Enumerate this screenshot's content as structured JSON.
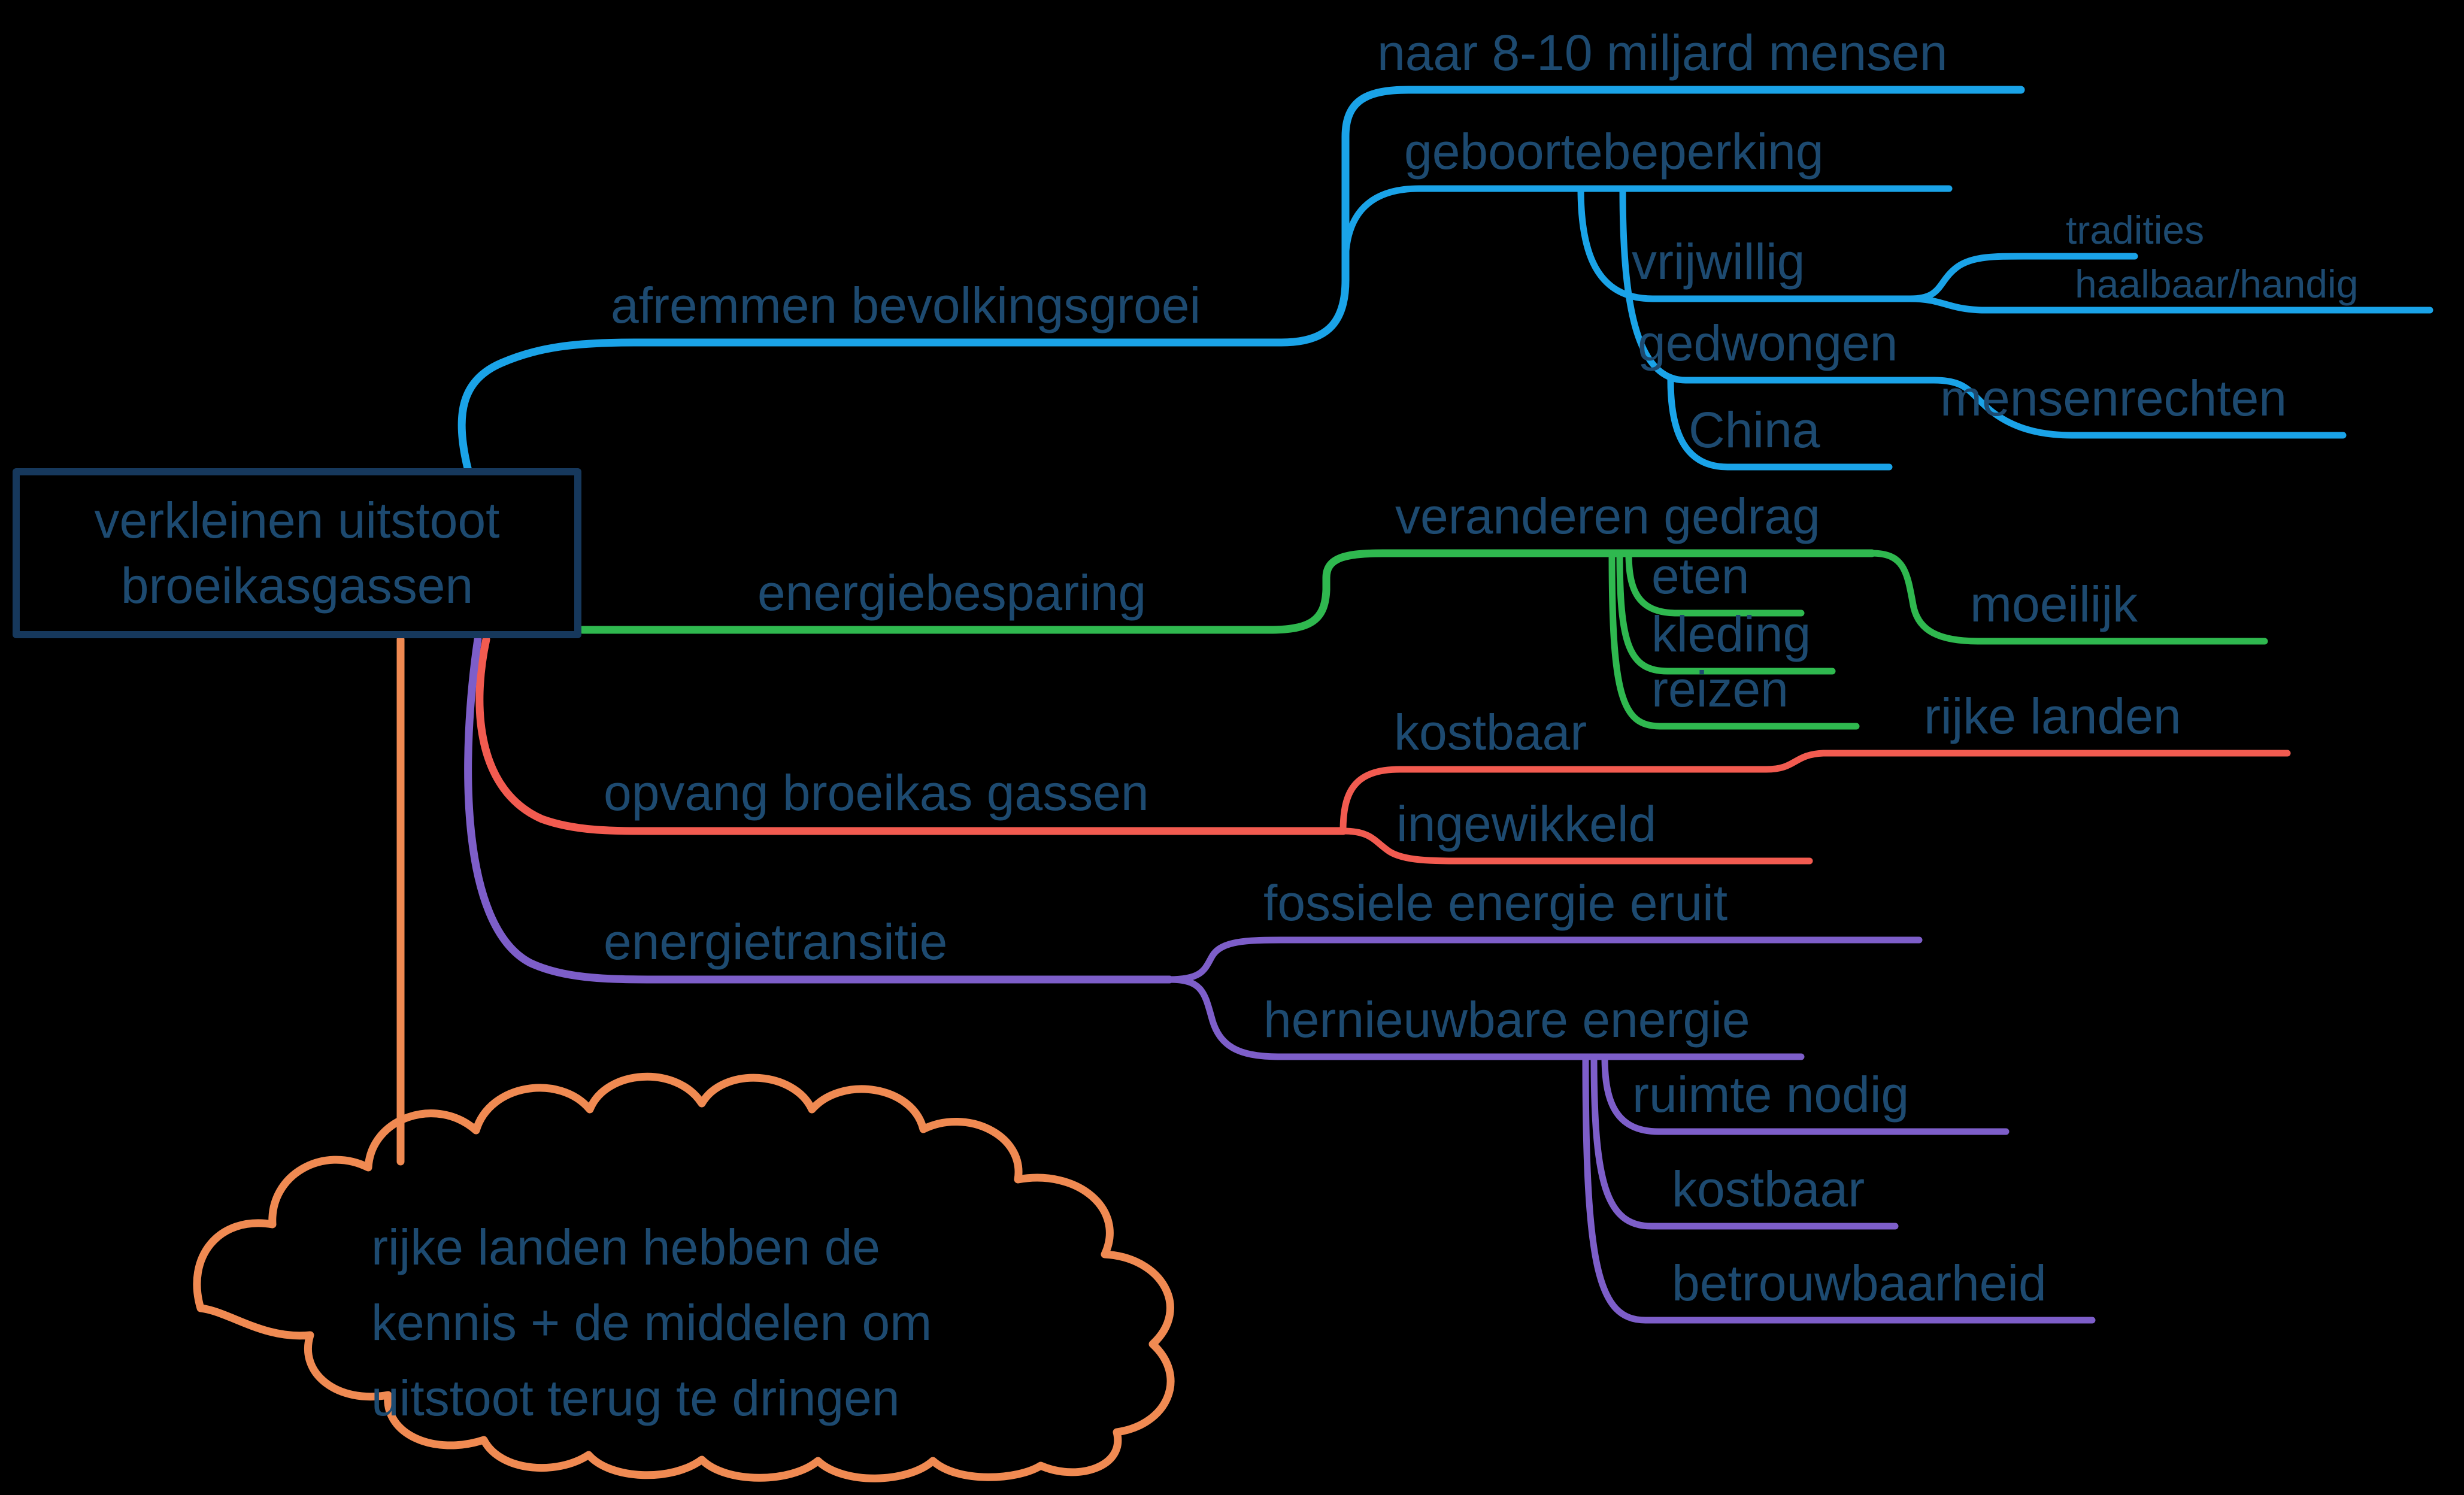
{
  "colors": {
    "background": "#000000",
    "text": "#1d4a70",
    "blue": "#1aa3e8",
    "green": "#2fb84f",
    "red": "#f25b50",
    "purple": "#7d5ec9",
    "orange": "#f08a52",
    "box_border": "#16385c"
  },
  "nodes": {
    "root1": "verkleinen uitstoot",
    "root2": "broeikasgassen",
    "afremmen": "afremmen bevolkingsgroei",
    "naar": "naar 8-10 miljard mensen",
    "geboortebeperking": "geboortebeperking",
    "vrijwillig": "vrijwillig",
    "tradities": "tradities",
    "haalbaar": "haalbaar/handig",
    "gedwongen": "gedwongen",
    "mensenrechten": "mensenrechten",
    "china": "China",
    "energiebesparing": "energiebesparing",
    "veranderen": "veranderen gedrag",
    "eten": "eten",
    "kleding": "kleding",
    "reizen": "reizen",
    "moeilijk": "moeilijk",
    "kostbaar_red": "kostbaar",
    "rijke_landen": "rijke landen",
    "opvang": "opvang broeikas gassen",
    "ingewikkeld": "ingewikkeld",
    "fossiel": "fossiele energie eruit",
    "energietransitie": "energietransitie",
    "hernieuwbaar": "hernieuwbare energie",
    "ruimte": "ruimte nodig",
    "kostbaar_purple": "kostbaar",
    "betrouwbaarheid": "betrouwbaarheid",
    "cloud1": "rijke landen hebben de",
    "cloud2": "kennis + de middelen om",
    "cloud3": "uitstoot terug te dringen"
  }
}
